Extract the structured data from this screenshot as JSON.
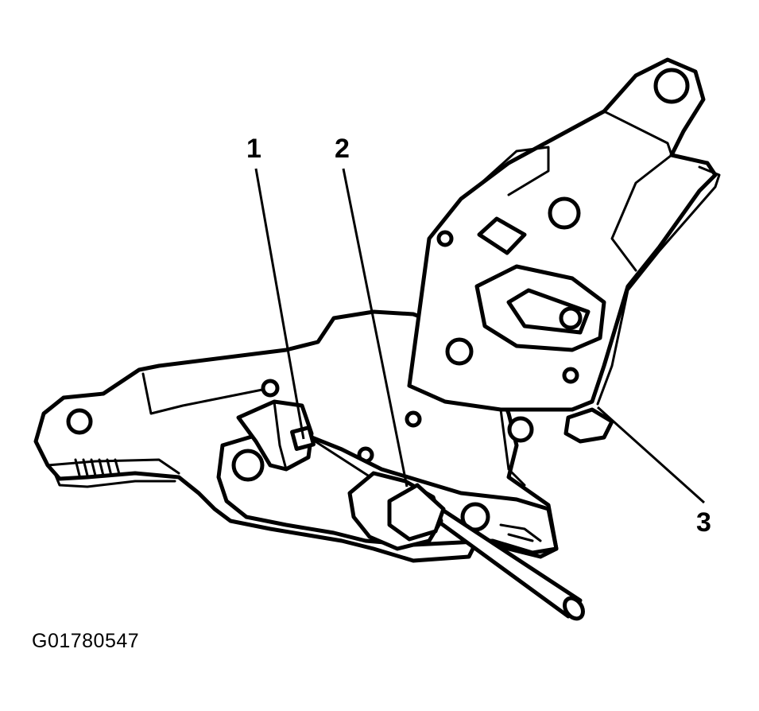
{
  "diagram": {
    "callouts": [
      {
        "label": "1"
      },
      {
        "label": "2"
      },
      {
        "label": "3"
      }
    ],
    "figure_id": "G01780547"
  }
}
